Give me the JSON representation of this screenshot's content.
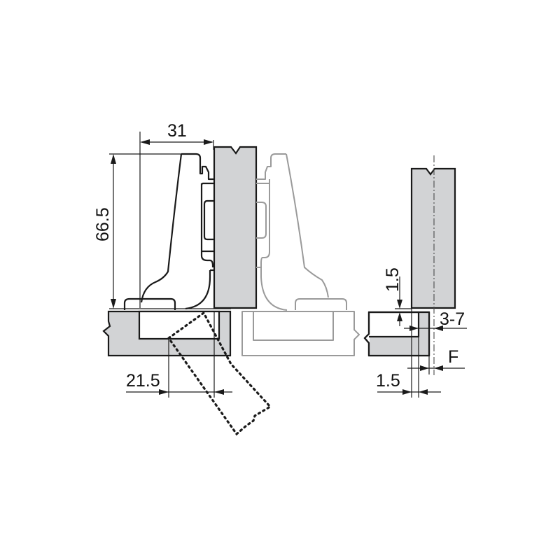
{
  "diagram": {
    "title": "Concealed hinge installation dimensions",
    "colors": {
      "panel_fill": "#d2d3d5",
      "line_primary": "#1a1a1a",
      "line_ghost": "#9a9a9a",
      "background": "#ffffff"
    },
    "views": [
      {
        "id": "hinge-side-view",
        "description": "Hinge mounted, door closed (black outline), door opening path (dotted)"
      },
      {
        "id": "hinge-ghost-view",
        "description": "Mirrored hinge reference (gray outline)"
      },
      {
        "id": "overlay-detail-view",
        "description": "Door and cabinet side edge detail"
      }
    ],
    "dimensions": {
      "width_31": "31",
      "height_66_5": "66.5",
      "cup_offset_21_5": "21.5",
      "gap_1_5_vertical": "1.5",
      "drill_distance_3_7": "3-7",
      "overlay_F": "F",
      "gap_1_5_horizontal": "1.5"
    }
  }
}
